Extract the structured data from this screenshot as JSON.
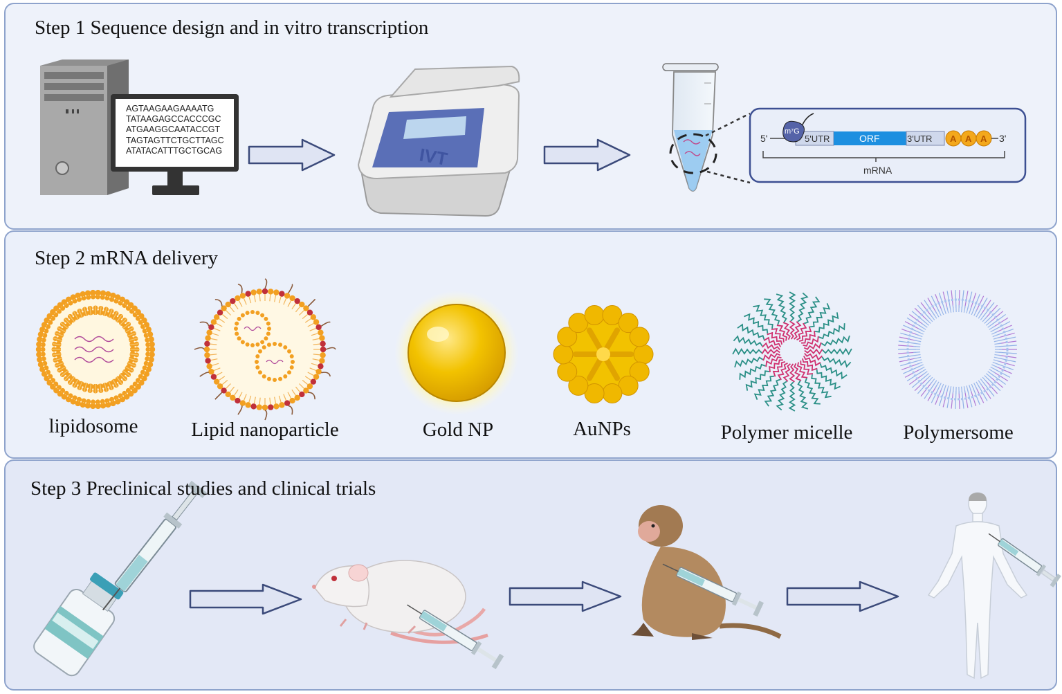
{
  "step1": {
    "title": "Step 1 Sequence design and in vitro transcription",
    "sequence_lines": [
      "AGTAAGAAGAAAATG",
      "TATAAGAGCCACCCGC",
      "ATGAAGGCAATACCGT",
      "TAGTAGTTCTGCTTAGC",
      "ATATACATTTGCTGCAG"
    ],
    "ivt_label": "IVT",
    "mrna": {
      "five_prime": "5'",
      "cap": "m⁷G",
      "utr5": "5'UTR",
      "orf": "ORF",
      "utr3": "3'UTR",
      "polyA": [
        "A",
        "A",
        "A"
      ],
      "three_prime": "3'",
      "label": "mRNA"
    }
  },
  "step2": {
    "title": "Step 2 mRNA delivery",
    "carriers": [
      "lipidosome",
      "Lipid nanoparticle",
      "Gold NP",
      "AuNPs",
      "Polymer micelle",
      "Polymersome"
    ]
  },
  "step3": {
    "title": "Step 3 Preclinical studies and clinical trials"
  },
  "colors": {
    "panel_border": "#8ea3cc",
    "arrow_fill": "#dfe4f3",
    "arrow_stroke": "#3b4a7a",
    "orf_blue": "#1d8fe0",
    "lipid_orange": "#f2a022",
    "gold": "#f2c200",
    "micelle_teal": "#2a8f86",
    "micelle_pink": "#d0306f",
    "polymersome_blue": "#8fb0e6"
  }
}
